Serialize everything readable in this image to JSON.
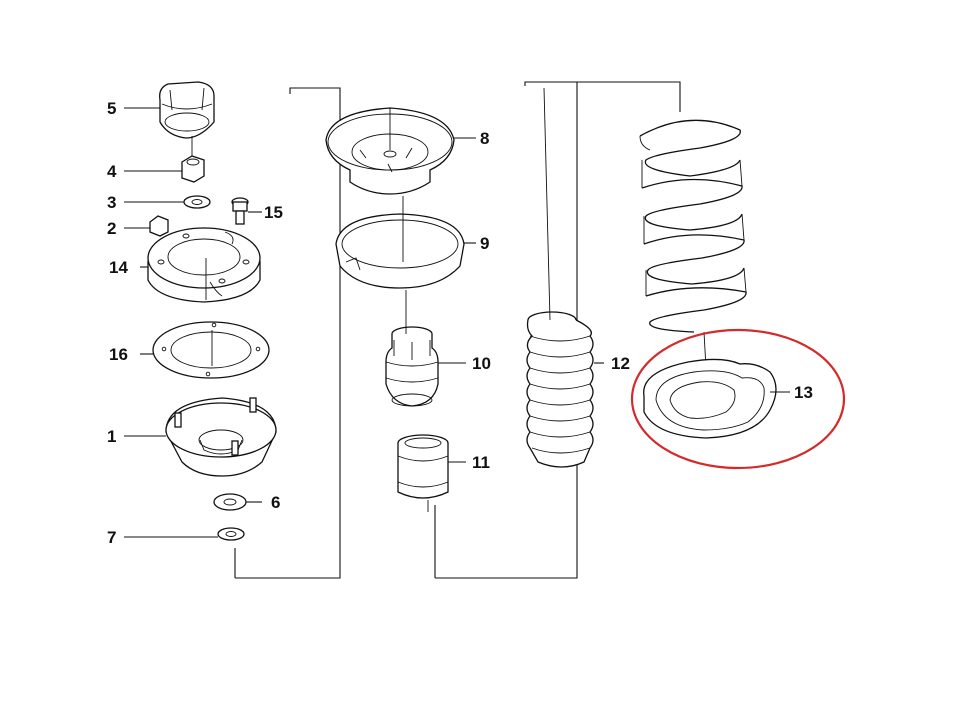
{
  "diagram": {
    "labels": {
      "p1": "1",
      "p2": "2",
      "p3": "3",
      "p4": "4",
      "p5": "5",
      "p6": "6",
      "p7": "7",
      "p8": "8",
      "p9": "9",
      "p10": "10",
      "p11": "11",
      "p12": "12",
      "p13": "13",
      "p14": "14",
      "p15": "15",
      "p16": "16"
    },
    "highlight_color": "#d42a2a"
  }
}
